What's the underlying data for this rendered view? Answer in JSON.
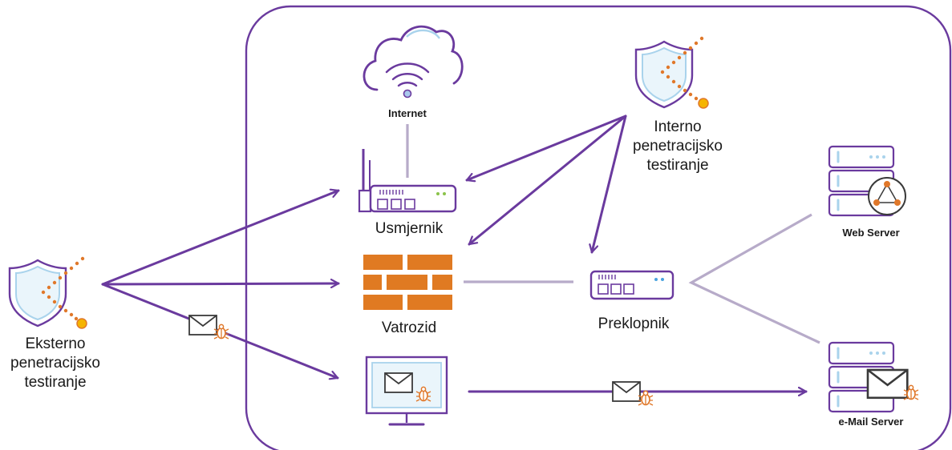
{
  "labels": {
    "internet": "Internet",
    "router": "Usmjernik",
    "firewall": "Vatrozid",
    "switch": "Preklopnik",
    "web_server": "Web Server",
    "mail_server": "e-Mail Server",
    "internal_test": [
      "Interno",
      "penetracijsko",
      "testiranje"
    ],
    "external_test": [
      "Eksterno",
      "penetracijsko",
      "testiranje"
    ]
  },
  "colors": {
    "purple": "#6a3a9e",
    "link_grey": "#b7abc9",
    "light_blue": "#a9d3ec",
    "orange": "#e0782a",
    "yellow": "#f5b400"
  },
  "icons": [
    "cloud-wifi-icon",
    "router-icon",
    "firewall-brick-icon",
    "switch-icon",
    "monitor-icon",
    "web-server-icon",
    "mail-server-icon",
    "shield-icon",
    "envelope-icon",
    "bug-icon"
  ]
}
